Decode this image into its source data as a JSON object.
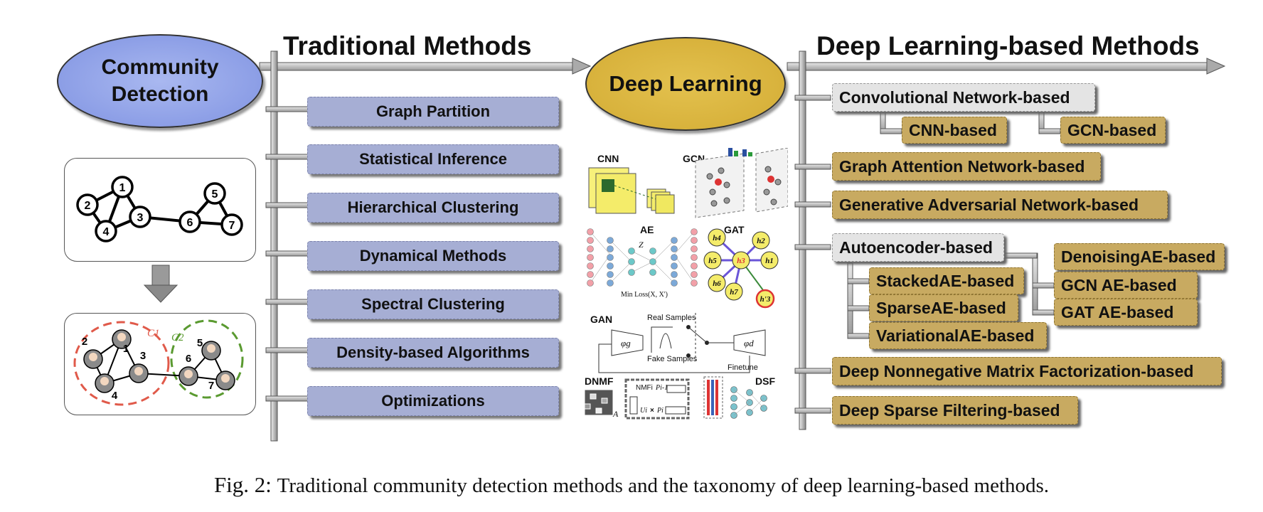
{
  "left": {
    "title": "Community Detection",
    "graph_nodes": [
      "1",
      "2",
      "3",
      "4",
      "5",
      "6",
      "7"
    ],
    "community_labels": [
      "C1",
      "C2"
    ]
  },
  "traditional": {
    "header": "Traditional Methods",
    "methods": [
      "Graph Partition",
      "Statistical Inference",
      "Hierarchical Clustering",
      "Dynamical Methods",
      "Spectral Clustering",
      "Density-based Algorithms",
      "Optimizations"
    ]
  },
  "deep_learning": {
    "title": "Deep Learning",
    "model_labels": {
      "cnn": "CNN",
      "gcn": "GCN",
      "ae": "AE",
      "ae_z": "Z",
      "ae_loss": "Min Loss(X, X')",
      "gat": "GAT",
      "gat_nodes": [
        "h1",
        "h2",
        "h3",
        "h4",
        "h5",
        "h6",
        "h7",
        "h'3"
      ],
      "gan": "GAN",
      "gan_real": "Real Samples",
      "gan_fake": "Fake Samples",
      "gan_finetune": "Finetune",
      "gan_g": "φg",
      "gan_d": "φd",
      "dnmf": "DNMF",
      "dnmf_a": "A",
      "dnmf_nmf": "NMFi",
      "dnmf_p_prev": "Pi-1",
      "dnmf_u": "Ui",
      "dnmf_times": "×",
      "dnmf_p": "Pi",
      "dsf": "DSF"
    }
  },
  "deep_methods": {
    "header": "Deep Learning-based Methods",
    "convolutional": "Convolutional Network-based",
    "cnn_based": "CNN-based",
    "gcn_based": "GCN-based",
    "gat_based": "Graph Attention Network-based",
    "gan_based": "Generative Adversarial Network-based",
    "autoencoder": "Autoencoder-based",
    "stacked_ae": "StackedAE-based",
    "sparse_ae": "SparseAE-based",
    "variational_ae": "VariationalAE-based",
    "denoising_ae": "DenoisingAE-based",
    "gcn_ae": "GCN AE-based",
    "gat_ae": "GAT AE-based",
    "dnmf_based": "Deep Nonnegative Matrix Factorization-based",
    "dsf_based": "Deep Sparse Filtering-based"
  },
  "caption": {
    "label": "Fig. 2:",
    "text": "Traditional community detection methods and the taxonomy of deep learning-based methods."
  },
  "colors": {
    "blue_box": "#a6aed4",
    "gold_box": "#c8aa61",
    "grey_box": "#e4e4e4",
    "community_ellipse": "#8c9ee6",
    "deep_learning_ellipse": "#d8b23c"
  }
}
